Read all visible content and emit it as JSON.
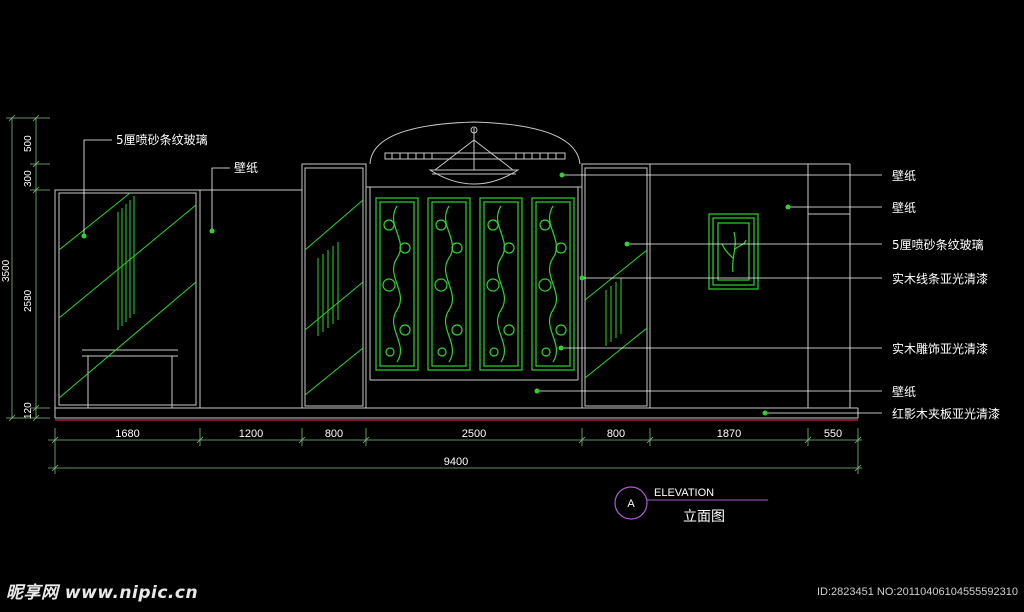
{
  "colors": {
    "background": "#000000",
    "outline": "#c8c8c8",
    "green": "#2bd62b",
    "leader": "#ffffff",
    "baseline": "#ff2a6a",
    "dim_line": "#7fbf7f"
  },
  "labels_left": {
    "glass": "5厘喷砂条纹玻璃",
    "wallpaper": "壁纸"
  },
  "labels_right": [
    "壁纸",
    "壁纸",
    "5厘喷砂条纹玻璃",
    "实木线条亚光清漆",
    "实木雕饰亚光清漆",
    "壁纸",
    "红影木夹板亚光清漆"
  ],
  "vertical_dims": {
    "d500": "500",
    "d300": "300",
    "d2580": "2580",
    "d120": "120",
    "total": "3500"
  },
  "horizontal_dims": [
    "1680",
    "1200",
    "800",
    "2500",
    "800",
    "1870",
    "550"
  ],
  "total_width": "9400",
  "title_block": {
    "marker": "A",
    "label": "ELEVATION",
    "title": "立面图"
  },
  "watermark": {
    "logo": "昵享网 www.nipic.cn",
    "id": "ID:2823451 NO:20110406104555592310"
  }
}
